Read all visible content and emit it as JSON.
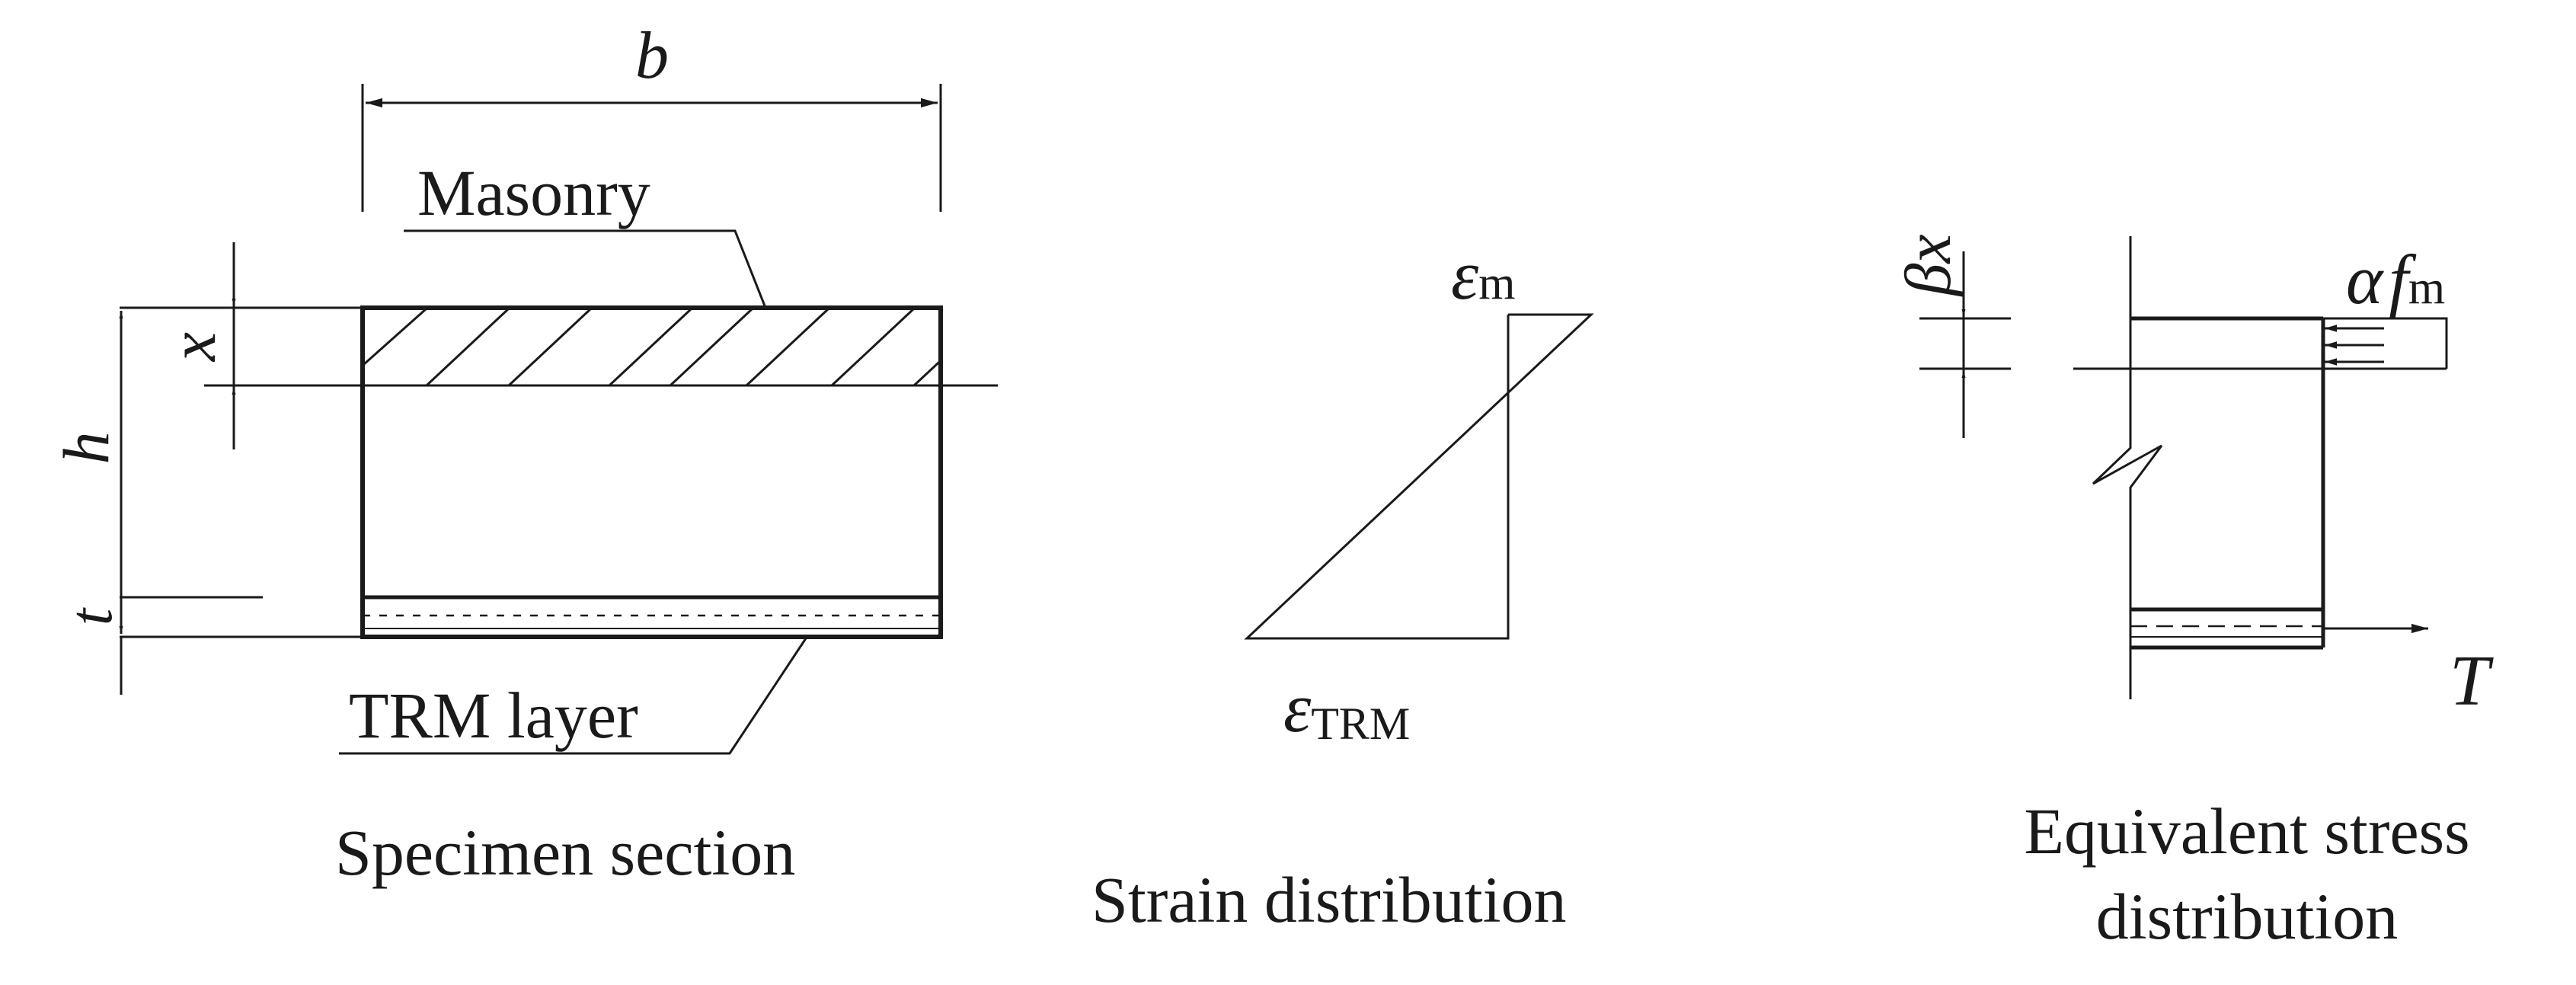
{
  "section": {
    "dim_b": "b",
    "dim_x": "x",
    "dim_h": "h",
    "dim_t": "t",
    "masonry_label": "Masonry",
    "trm_label": "TRM layer",
    "caption": "Specimen section"
  },
  "strain": {
    "top_symbol": "ε",
    "top_sub": "m",
    "bottom_symbol": "ε",
    "bottom_sub": "TRM",
    "caption": "Strain distribution"
  },
  "stress": {
    "beta_x": "βx",
    "alpha": "α",
    "f": "f",
    "f_sub": "m",
    "tension": "T",
    "caption_line1": "Equivalent stress",
    "caption_line2": "distribution"
  },
  "colors": {
    "ink": "#1a1a1a",
    "background": "#ffffff"
  }
}
